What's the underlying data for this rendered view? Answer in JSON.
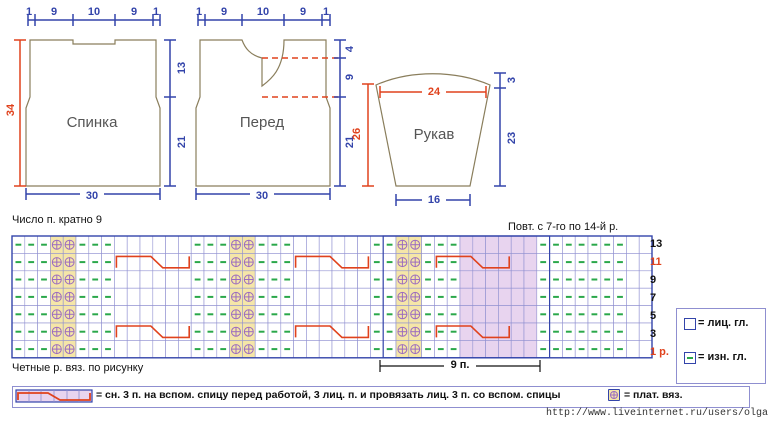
{
  "colors": {
    "blue": "#3344aa",
    "red": "#e0421d",
    "green": "#2aa84a",
    "purple_cell": "#e8d4ef",
    "purple_line": "#9b6bbf",
    "grid_line": "#8f8fd0",
    "outline": "#8a7e5c",
    "yellow": "#f5e6a8",
    "piece_text": "#555555"
  },
  "schematics": {
    "back": {
      "label": "Спинка",
      "top_dims": [
        "1",
        "9",
        "10",
        "9",
        "1"
      ],
      "height_total": "34",
      "height_top": "13",
      "height_bottom": "21",
      "width": "30"
    },
    "front": {
      "label": "Перед",
      "top_dims": [
        "1",
        "9",
        "10",
        "9",
        "1"
      ],
      "neck_dims": [
        "4",
        "9"
      ],
      "height_bottom": "21",
      "height_total": "26",
      "width": "30"
    },
    "sleeve": {
      "label": "Рукав",
      "top_width": "24",
      "cap_height": "3",
      "height": "23",
      "bottom_width": "16"
    }
  },
  "chart": {
    "header_left": "Число п. кратно 9",
    "header_right": "Повт. с 7-го по 14-й р.",
    "row_numbers": [
      "13",
      "11",
      "9",
      "7",
      "5",
      "3",
      "1 р."
    ],
    "repeat_label": "9 п.",
    "footer_left": "Четные р. вяз. по рисунку"
  },
  "legend": {
    "knit": "= лиц. гл.",
    "purl": "= изн. гл.",
    "cable": "= сн. 3 п. на вспом. спицу перед работой, 3 лиц. п. и провязать лиц. 3 п. со вспом. спицы",
    "twisted": "= плат. вяз."
  },
  "url": "http://www.liveinternet.ru/users/olga_san/"
}
